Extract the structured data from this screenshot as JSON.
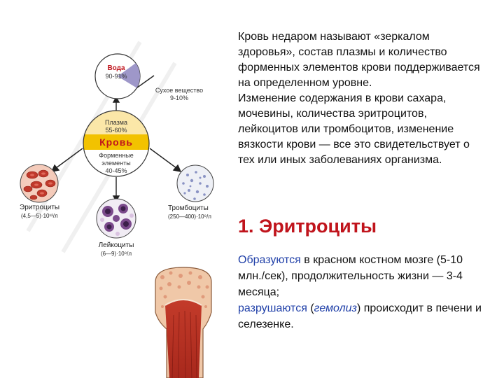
{
  "intro": {
    "paragraph1": "Кровь недаром называют «зеркалом здоровья», состав плазмы и количество форменных элементов крови поддерживается на определенном уровне.",
    "paragraph2": "Изменение содержания в крови сахара, мочевины, количества эритроцитов, лейкоцитов или тромбоцитов, изменение вязкости крови — все это свидетельствует о тех или иных заболеваниях организма."
  },
  "heading": "1. Эритроциты",
  "info": {
    "formed_term": "Образуются",
    "formed_text": " в красном костном мозге (5-10 млн./сек), продолжительность жизни — 3-4 месяца;",
    "destroyed_term": "разрушаются",
    "destroyed_open": " (",
    "hemolysis_term": "гемолиз",
    "destroyed_text": ") происходит в печени и селезенке."
  },
  "diagram": {
    "water_title": "Вода",
    "water_value": "90-91%",
    "dry_title": "Сухое вещество",
    "dry_value": "9-10%",
    "plasma_title": "Плазма",
    "plasma_value": "55-60%",
    "blood_title": "Кровь",
    "formed_title_1": "Форменные",
    "formed_title_2": "элементы",
    "formed_value": "40-45%",
    "erythrocytes_title": "Эритроциты",
    "erythrocytes_value": "(4,5—5)·10¹²/л",
    "platelets_title": "Тромбоциты",
    "platelets_value": "(250—400)·10⁹/л",
    "leukocytes_title": "Лейкоциты",
    "leukocytes_value": "(6—9)·10⁹/л"
  },
  "colors": {
    "heading": "#c0141c",
    "blue_terms": "#1f3fa8",
    "gold_band": "#f2c200",
    "plasma_fill": "#fbe7a8",
    "pie_fill": "#9e97c9",
    "blood_text": "#c0141c"
  }
}
